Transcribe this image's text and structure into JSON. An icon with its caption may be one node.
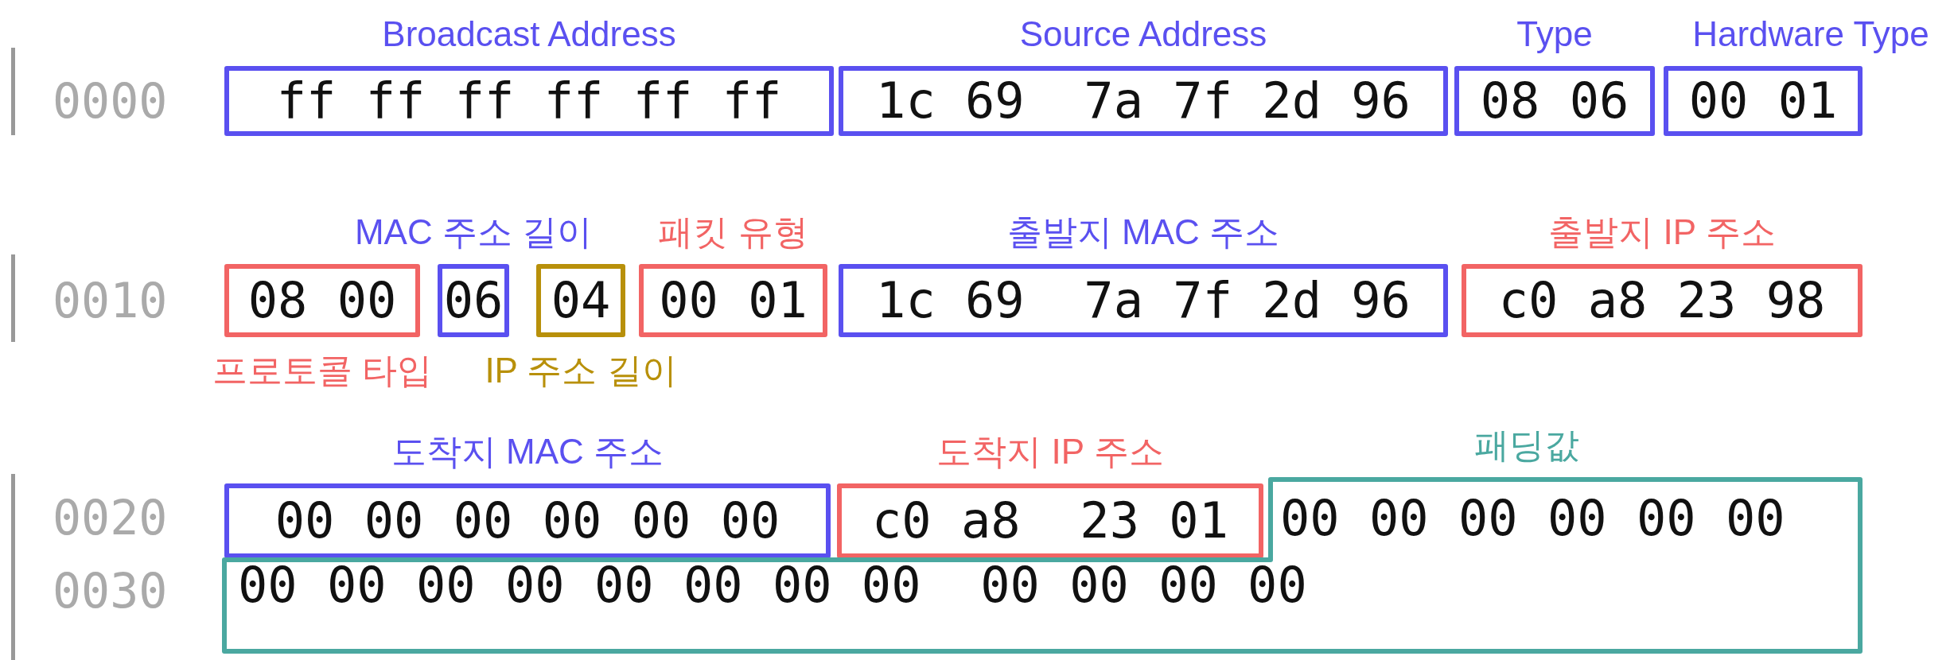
{
  "diagram": {
    "nodes": [
      {
        "text": [
          "Broadcast Address",
          "ff ff ff ff ff ff"
        ]
      },
      {
        "text": [
          "Source Address",
          "1c 69  7a 7f 2d 96"
        ]
      },
      {
        "text": [
          "Type",
          "08 06"
        ]
      },
      {
        "text": [
          "Hardware Type",
          "00 01"
        ]
      },
      {
        "text": [
          "08 00",
          "프로토콜 타입"
        ]
      },
      {
        "text": [
          "MAC 주소 길이",
          "06"
        ]
      },
      {
        "text": [
          "04",
          "IP 주소 길이"
        ]
      },
      {
        "text": [
          "패킷 유형",
          "00 01"
        ]
      },
      {
        "text": [
          "출발지 MAC 주소",
          "1c 69  7a 7f 2d 96"
        ]
      },
      {
        "text": [
          "출발지 IP 주소",
          "c0 a8 23 98"
        ]
      },
      {
        "text": [
          "도착지 MAC 주소",
          "00 00 00 00 00 00"
        ]
      },
      {
        "text": [
          "도착지 IP 주소",
          "c0 a8  23 01"
        ]
      },
      {
        "text": [
          "패딩값",
          "00 00 00 00 00 00",
          "00 00 00 00 00 00 00 00  00 00 00 00"
        ]
      }
    ],
    "labels": [
      "0000",
      "0010",
      "0020",
      "0030"
    ]
  }
}
